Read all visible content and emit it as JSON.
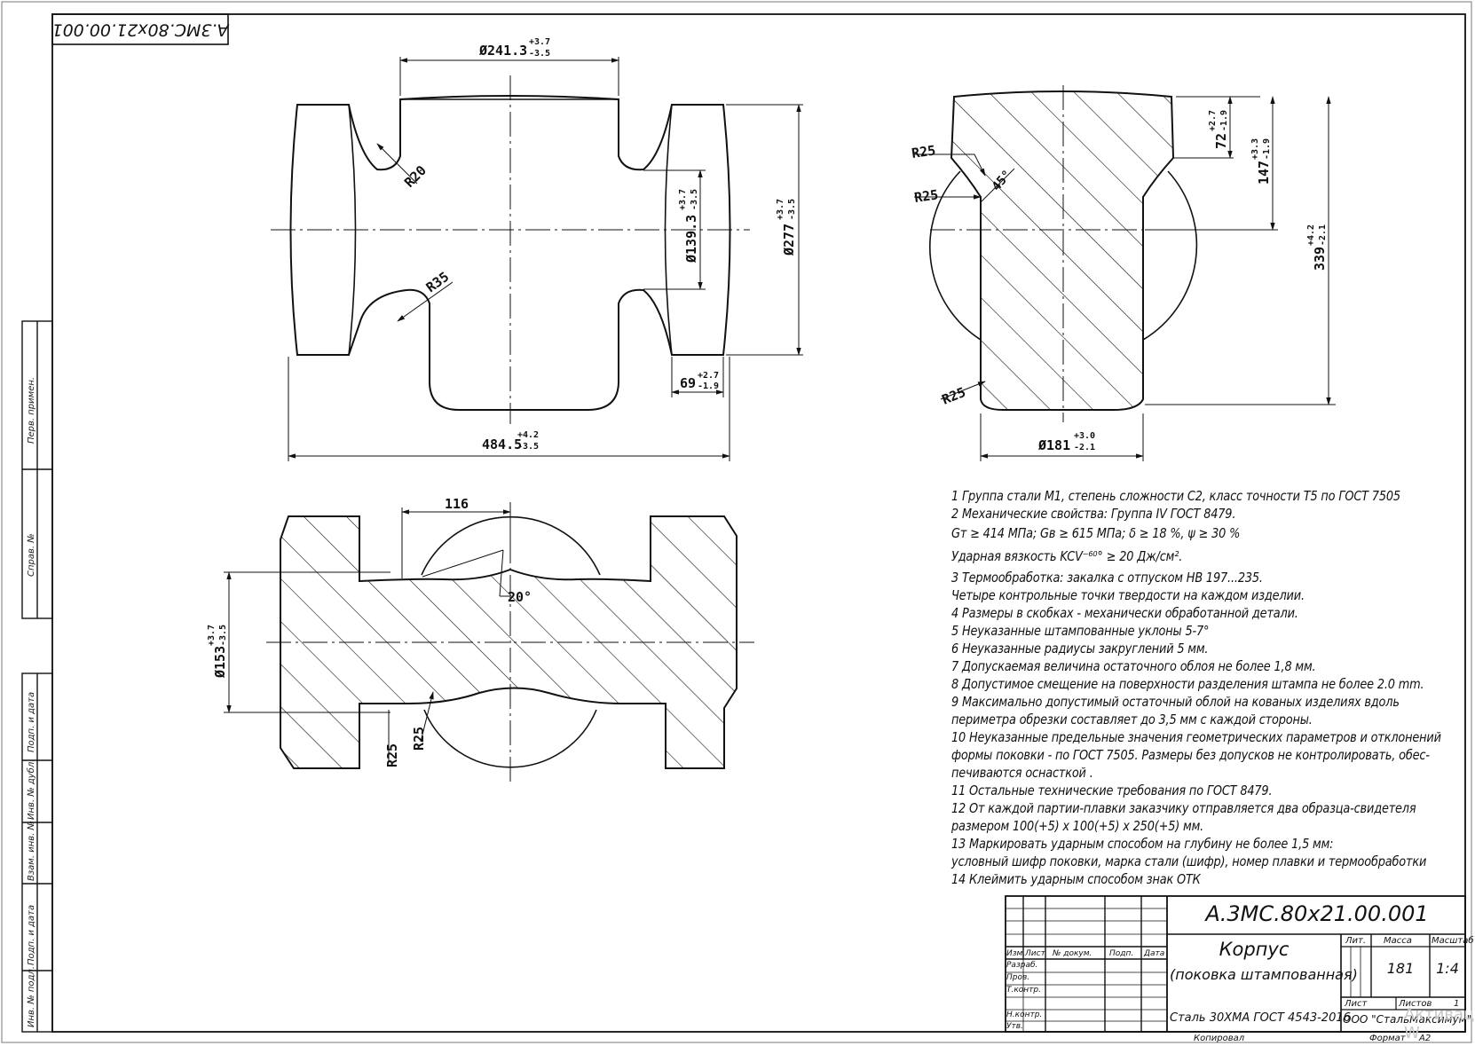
{
  "stamp_code": "А.3МС.80х21.00.001",
  "views": {
    "front": {
      "dim_top": "Ø241.3",
      "dim_top_tol": [
        "+3.7",
        "-3.5"
      ],
      "dim_bottom": "484.5",
      "dim_bottom_tol": [
        "+4.2",
        "-3.5"
      ],
      "dim_inner": "Ø139.3",
      "dim_inner_tol": [
        "+3.7",
        "-3.5"
      ],
      "dim_outer": "Ø277",
      "dim_outer_tol": [
        "+3.7",
        "-3.5"
      ],
      "dim_flange": "69",
      "dim_flange_tol": [
        "+2.7",
        "-1.9"
      ],
      "r_upper": "R20",
      "r_lower": "R35"
    },
    "side": {
      "r1": "R25",
      "r2": "R25",
      "r3": "R25",
      "angle": "45°",
      "dim_72": "72",
      "dim_72_tol": [
        "+2.7",
        "-1.9"
      ],
      "dim_147": "147",
      "dim_147_tol": [
        "+3.3",
        "-1.9"
      ],
      "dim_339": "339",
      "dim_339_tol": [
        "+4.2",
        "-2.1"
      ],
      "dim_181": "Ø181",
      "dim_181_tol": [
        "+3.0",
        "-2.1"
      ]
    },
    "section": {
      "dim_116": "116",
      "dim_153": "Ø153",
      "dim_153_tol": [
        "+3.7",
        "-3.5"
      ],
      "angle": "20°",
      "r1": "R25",
      "r2": "R25"
    }
  },
  "notes": [
    "1 Группа стали М1, степень сложности С2, класс точности Т5 по ГОСТ 7505",
    "2 Механические свойства: Группа IV ГОСТ 8479.",
    "Gт ≥ 414 МПа;  Gв ≥ 615 МПа; δ ≥ 18 %, ψ ≥ 30 %",
    "Ударная вязкость KCV⁻⁶⁰° ≥ 20 Дж/см².",
    "3 Термообработка: закалка с отпуском НВ 197...235.",
    "Четыре контрольные точки твердости на каждом изделии.",
    "4 Размеры в скобках - механически обработанной детали.",
    "5 Неуказанные штампованные уклоны 5-7°",
    "6 Неуказанные радиусы закруглений 5 мм.",
    "7 Допускаемая величина остаточного облоя не более 1,8 мм.",
    "8 Допустимое смещение на поверхности разделения штампа не более 2.0 mm.",
    "9 Максимально допустимый остаточный облой на кованых изделиях вдоль",
    "периметра обрезки составляет до 3,5 мм с каждой стороны.",
    "10 Неуказанные предельные значения геометрических параметров и отклонений",
    "формы поковки - по ГОСТ 7505. Размеры без допусков не контролировать, обес-",
    "печиваются оснасткой .",
    "11 Остальные технические требования по ГОСТ 8479.",
    "12 От каждой партии-плавки заказчику отправляется два образца-свидетеля",
    "размером 100(+5) х 100(+5) х 250(+5) мм.",
    "13 Маркировать ударным способом на глубину не более 1,5 мм:",
    "условный шифр поковки, марка стали (шифр), номер плавки и термообработки",
    "14  Клеймить ударным способом знак ОТК"
  ],
  "title_block": {
    "designation": "А.3МС.80х21.00.001",
    "name_line1": "Корпус",
    "name_line2": "(поковка штампованная)",
    "material": "Сталь 30ХМА ГОСТ 4543-2016",
    "company": "ООО \"СтальМаксимум\"",
    "col_headers": [
      "Изм.",
      "Лист",
      "№ докум.",
      "Подп.",
      "Дата"
    ],
    "roles": [
      "Разраб.",
      "Пров.",
      "Т.контр.",
      "Н.контр.",
      "Утв."
    ],
    "lit_label": "Лит.",
    "mass_label": "Масса",
    "scale_label": "Масштаб",
    "mass_value": "181",
    "scale_value": "1:4",
    "sheet_label": "Лист",
    "sheets_label": "Листов",
    "sheets_value": "1",
    "copied_label": "Копировал",
    "format_label": "Формат",
    "format_value": "A2"
  },
  "side_stamps": [
    "Перв. примен.",
    "Справ. №",
    "Подп. и дата",
    "Инв. № дубл.",
    "Взам. инв. №",
    "Подп. и дата",
    "Инв. № подл."
  ],
  "watermark": "Активация W"
}
